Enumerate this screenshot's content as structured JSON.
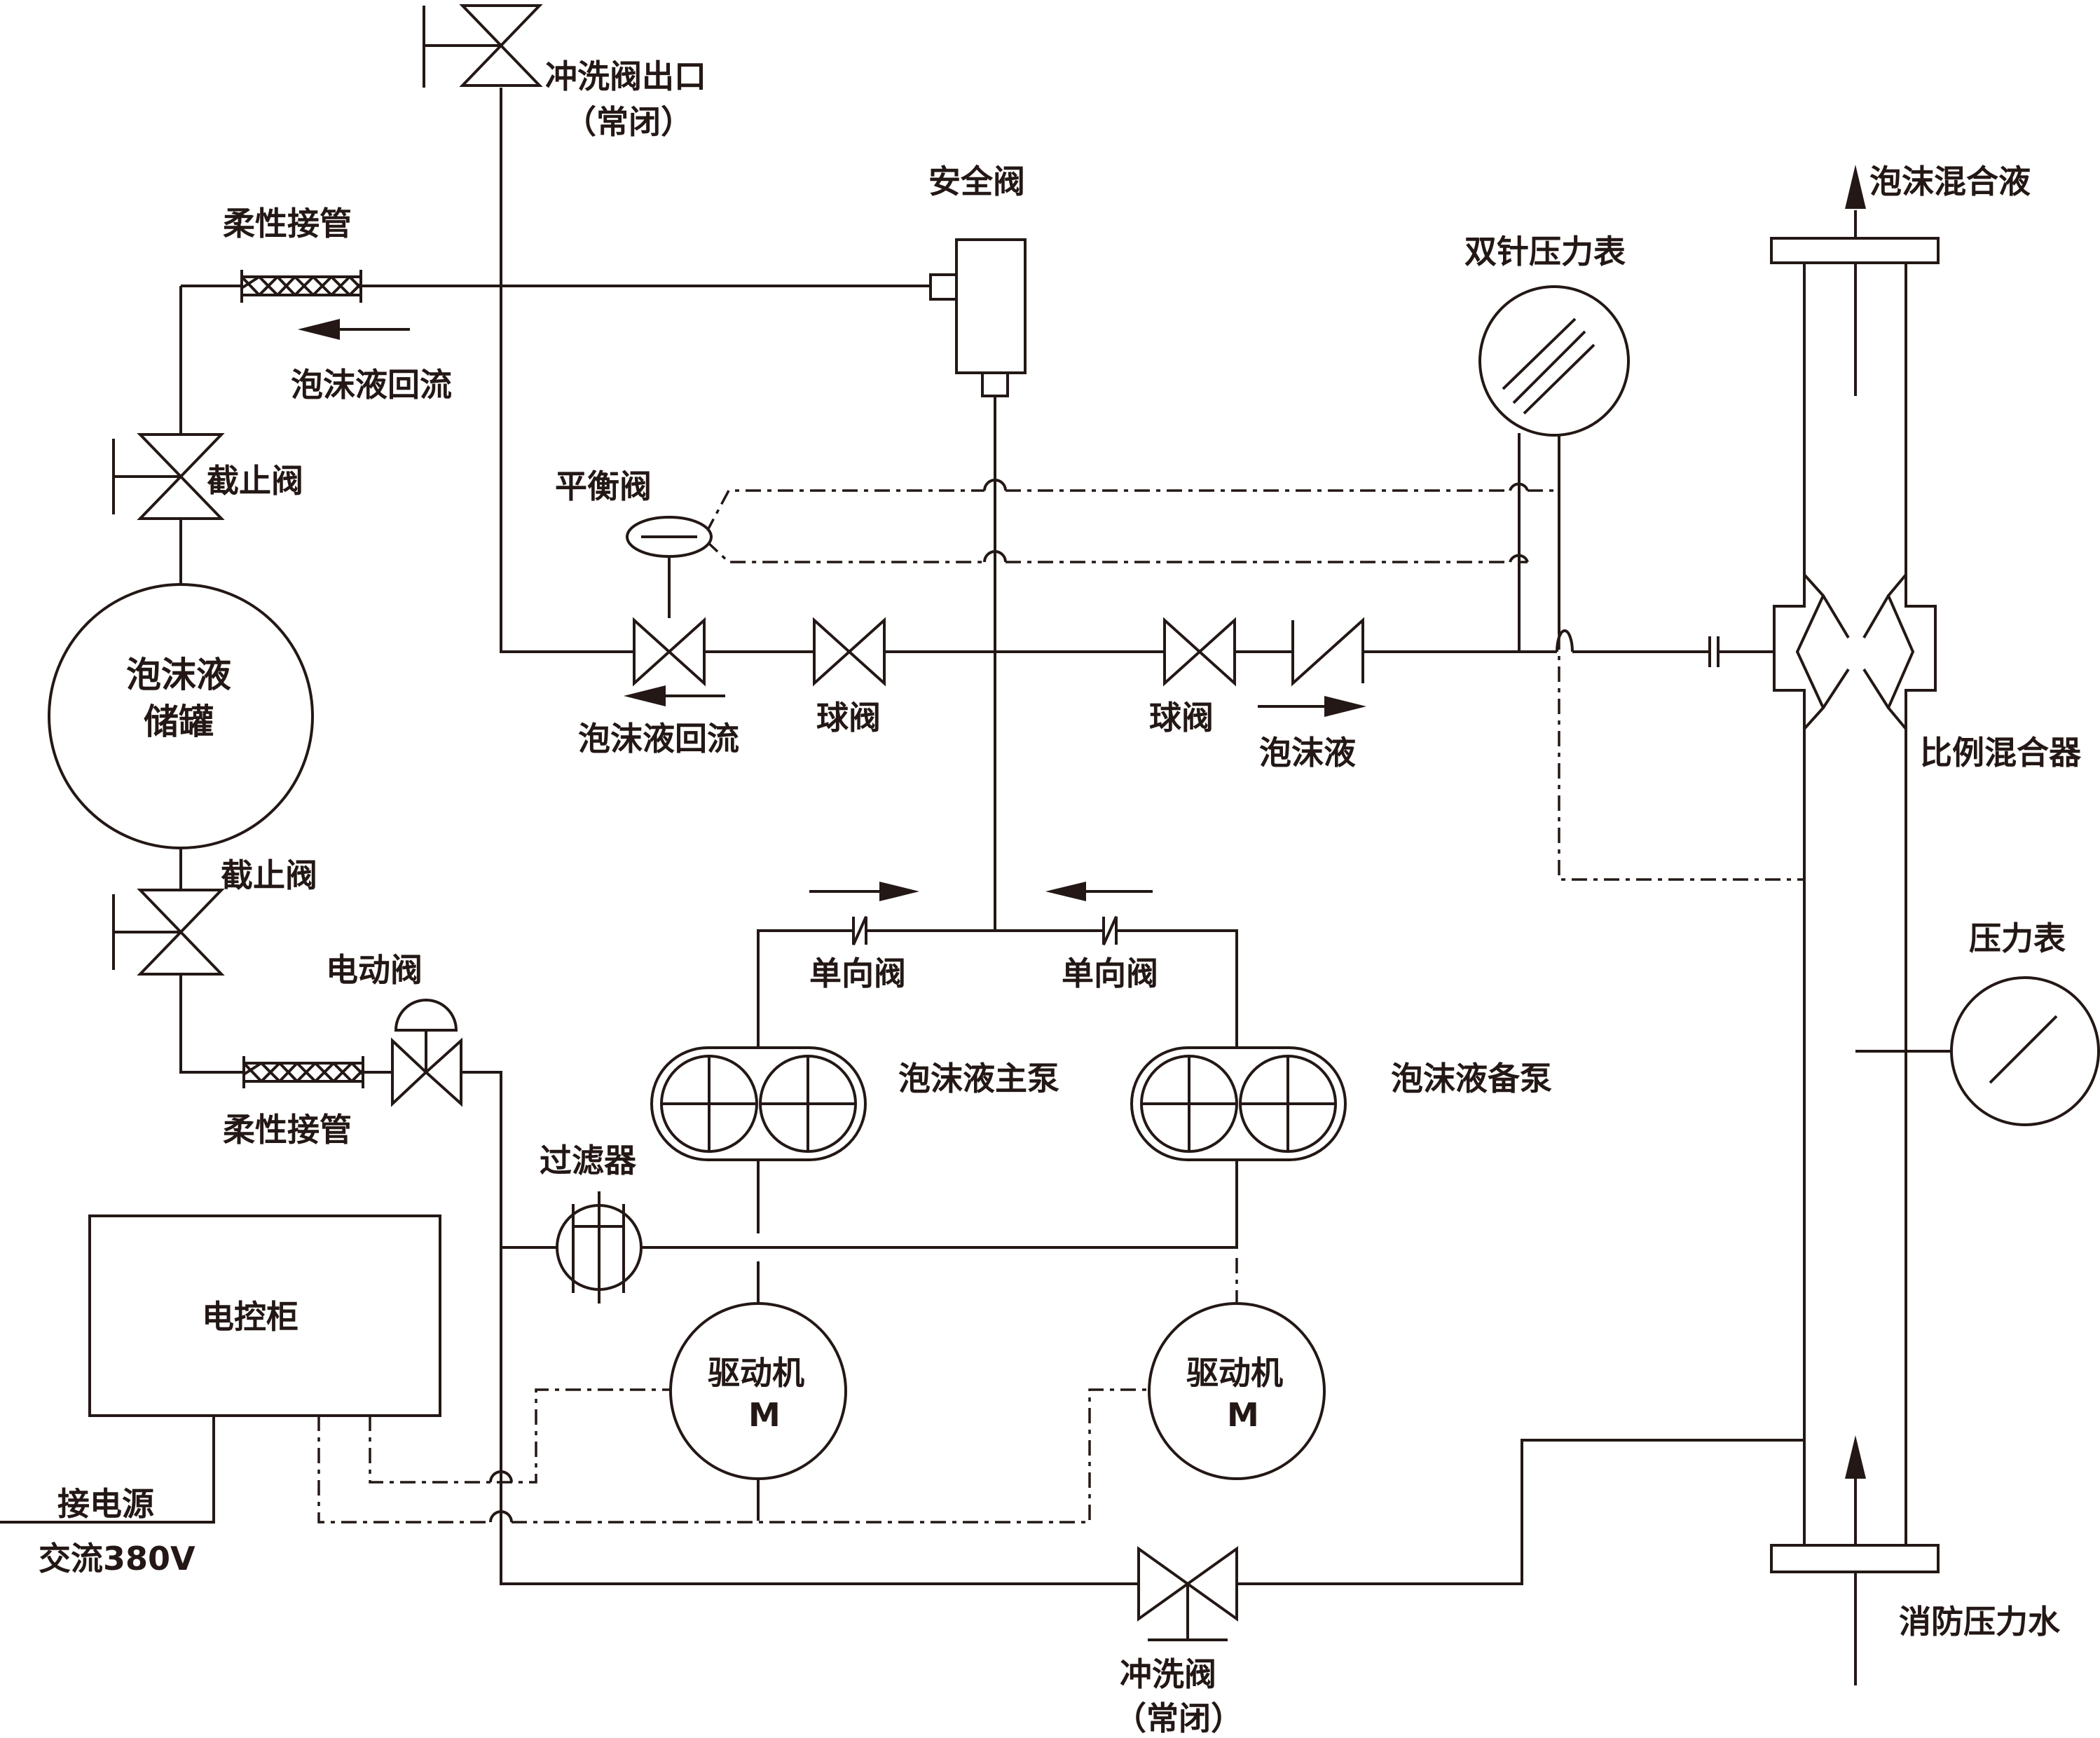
{
  "labels": {
    "flush_outlet": "冲洗阀出口",
    "flush_outlet_state": "（常闭）",
    "flex_hose_top": "柔性接管",
    "foam_return_top": "泡沫液回流",
    "safety_valve": "安全阀",
    "dual_gauge": "双针压力表",
    "foam_mix": "泡沫混合液",
    "stop_valve_top": "截止阀",
    "balance_valve": "平衡阀",
    "tank_line1": "泡沫液",
    "tank_line2": "储罐",
    "foam_return_mid": "泡沫液回流",
    "ball_valve_left": "球阀",
    "ball_valve_right": "球阀",
    "foam_liquid": "泡沫液",
    "proportioner": "比例混合器",
    "stop_valve_bottom": "截止阀",
    "electric_valve": "电动阀",
    "check_valve_left": "单向阀",
    "check_valve_right": "单向阀",
    "pressure_gauge": "压力表",
    "main_pump": "泡沫液主泵",
    "standby_pump": "泡沫液备泵",
    "flex_hose_bottom": "柔性接管",
    "filter": "过滤器",
    "control_cabinet": "电控柜",
    "driver_left_line1": "驱动机",
    "driver_left_line2": "M",
    "driver_right_line1": "驱动机",
    "driver_right_line2": "M",
    "power_line1": "接电源",
    "power_line2": "交流380V",
    "fire_water": "消防压力水",
    "flush_valve": "冲洗阀",
    "flush_valve_state": "（常闭）"
  }
}
